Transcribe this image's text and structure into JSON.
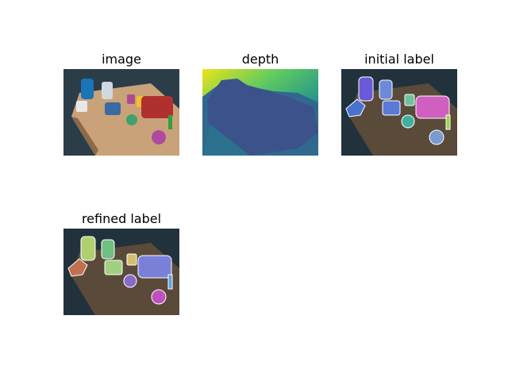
{
  "panels": {
    "image": {
      "title": "image"
    },
    "depth": {
      "title": "depth"
    },
    "initial": {
      "title": "initial label"
    },
    "refined": {
      "title": "refined label"
    }
  },
  "colors": {
    "carpet": "#2b3d48",
    "table": "#c9a27a",
    "depth_far": "#e9e51a",
    "depth_mid": "#35b779",
    "depth_near": "#31688e",
    "depth_deep": "#3b528b"
  }
}
